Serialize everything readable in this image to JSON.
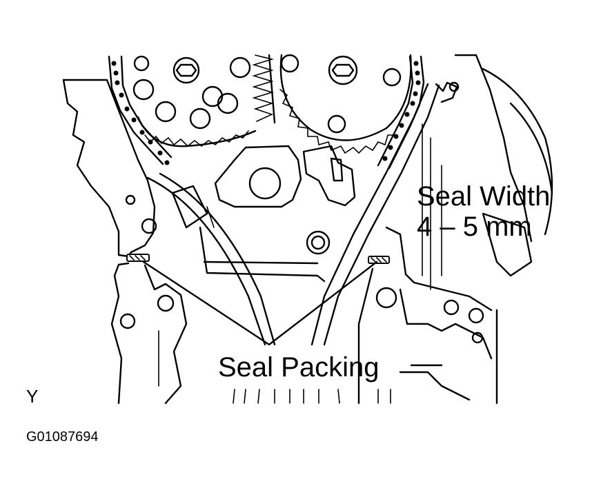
{
  "labels": {
    "seal_width_line1": "Seal Width",
    "seal_width_line2": "4 – 5 mm",
    "seal_packing": "Seal Packing",
    "view_marker": "Y",
    "figure_code": "G01087694"
  },
  "colors": {
    "ink": "#000000",
    "paper": "#ffffff"
  }
}
